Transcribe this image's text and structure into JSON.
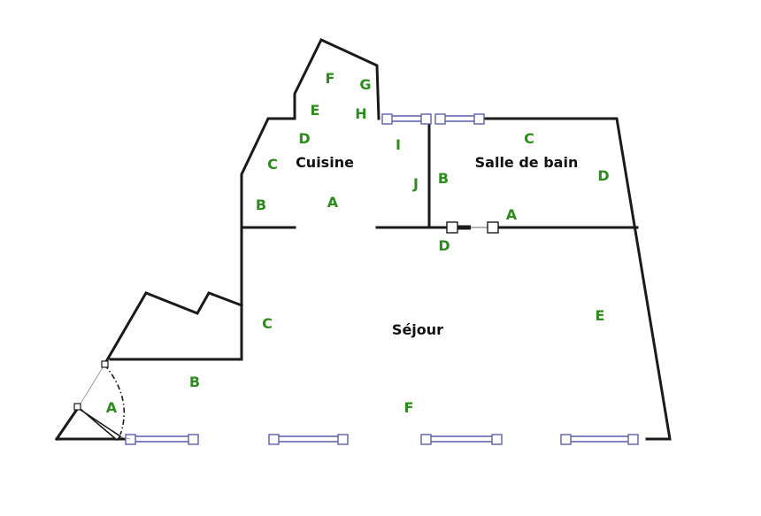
{
  "rooms": {
    "cuisine": "Cuisine",
    "salle_de_bain": "Salle de bain",
    "sejour": "Séjour"
  },
  "wall_labels": {
    "cuisine": [
      "A",
      "B",
      "C",
      "D",
      "E",
      "F",
      "G",
      "H",
      "I",
      "J"
    ],
    "salle_de_bain": [
      "A",
      "B",
      "C",
      "D"
    ],
    "sejour": [
      "A",
      "B",
      "C",
      "D",
      "E",
      "F"
    ]
  },
  "colors": {
    "wall": "#1a1a1a",
    "label": "#2e8b1e",
    "window": "#5a5fa8",
    "room_text": "#111111"
  }
}
